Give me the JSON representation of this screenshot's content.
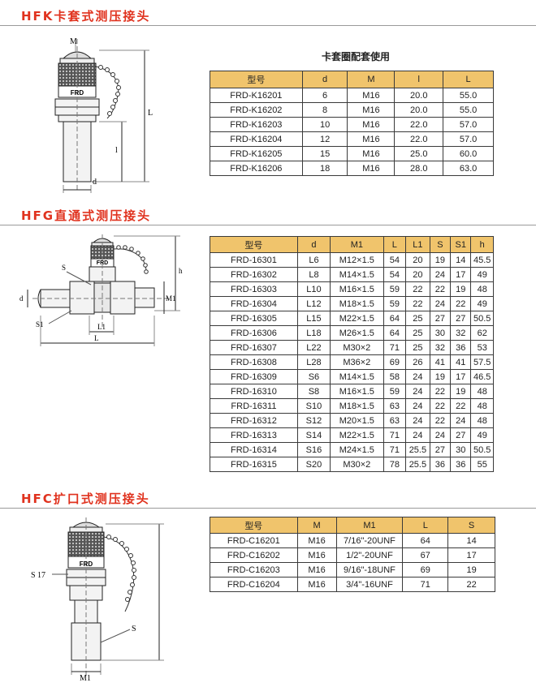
{
  "colors": {
    "title": "#e0321e",
    "header_fill": "#f0c46c",
    "grid": "#3a3a3a"
  },
  "sections": [
    {
      "title": "HFK卡套式测压接头",
      "caption": "卡套圈配套使用",
      "drawing_labels": {
        "m": "M",
        "brand": "FRD",
        "l_big": "L",
        "l_small": "l",
        "d": "d"
      },
      "columns": [
        "型号",
        "d",
        "M",
        "l",
        "L"
      ],
      "rows": [
        [
          "FRD-K16201",
          "6",
          "M16",
          "20.0",
          "55.0"
        ],
        [
          "FRD-K16202",
          "8",
          "M16",
          "20.0",
          "55.0"
        ],
        [
          "FRD-K16203",
          "10",
          "M16",
          "22.0",
          "57.0"
        ],
        [
          "FRD-K16204",
          "12",
          "M16",
          "22.0",
          "57.0"
        ],
        [
          "FRD-K16205",
          "15",
          "M16",
          "25.0",
          "60.0"
        ],
        [
          "FRD-K16206",
          "18",
          "M16",
          "28.0",
          "63.0"
        ]
      ]
    },
    {
      "title": "HFG直通式测压接头",
      "drawing_labels": {
        "brand": "FRD",
        "s": "S",
        "s1": "S1",
        "d": "d",
        "h": "h",
        "m1": "M1",
        "l1": "L1",
        "l": "L"
      },
      "columns": [
        "型号",
        "d",
        "M1",
        "L",
        "L1",
        "S",
        "S1",
        "h"
      ],
      "rows": [
        [
          "FRD-16301",
          "L6",
          "M12×1.5",
          "54",
          "20",
          "19",
          "14",
          "45.5"
        ],
        [
          "FRD-16302",
          "L8",
          "M14×1.5",
          "54",
          "20",
          "24",
          "17",
          "49"
        ],
        [
          "FRD-16303",
          "L10",
          "M16×1.5",
          "59",
          "22",
          "22",
          "19",
          "48"
        ],
        [
          "FRD-16304",
          "L12",
          "M18×1.5",
          "59",
          "22",
          "24",
          "22",
          "49"
        ],
        [
          "FRD-16305",
          "L15",
          "M22×1.5",
          "64",
          "25",
          "27",
          "27",
          "50.5"
        ],
        [
          "FRD-16306",
          "L18",
          "M26×1.5",
          "64",
          "25",
          "30",
          "32",
          "62"
        ],
        [
          "FRD-16307",
          "L22",
          "M30×2",
          "71",
          "25",
          "32",
          "36",
          "53"
        ],
        [
          "FRD-16308",
          "L28",
          "M36×2",
          "69",
          "26",
          "41",
          "41",
          "57.5"
        ],
        [
          "FRD-16309",
          "S6",
          "M14×1.5",
          "58",
          "24",
          "19",
          "17",
          "46.5"
        ],
        [
          "FRD-16310",
          "S8",
          "M16×1.5",
          "59",
          "24",
          "22",
          "19",
          "48"
        ],
        [
          "FRD-16311",
          "S10",
          "M18×1.5",
          "63",
          "24",
          "22",
          "22",
          "48"
        ],
        [
          "FRD-16312",
          "S12",
          "M20×1.5",
          "63",
          "24",
          "22",
          "24",
          "48"
        ],
        [
          "FRD-16313",
          "S14",
          "M22×1.5",
          "71",
          "24",
          "24",
          "27",
          "49"
        ],
        [
          "FRD-16314",
          "S16",
          "M24×1.5",
          "71",
          "25.5",
          "27",
          "30",
          "50.5"
        ],
        [
          "FRD-16315",
          "S20",
          "M30×2",
          "78",
          "25.5",
          "36",
          "36",
          "55"
        ]
      ]
    },
    {
      "title": "HFC扩口式测压接头",
      "drawing_labels": {
        "brand": "FRD",
        "s17": "S 17",
        "s": "S",
        "m1": "M1"
      },
      "columns": [
        "型号",
        "M",
        "M1",
        "L",
        "S"
      ],
      "rows": [
        [
          "FRD-C16201",
          "M16",
          "7/16\"-20UNF",
          "64",
          "14"
        ],
        [
          "FRD-C16202",
          "M16",
          "1/2\"-20UNF",
          "67",
          "17"
        ],
        [
          "FRD-C16203",
          "M16",
          "9/16\"-18UNF",
          "69",
          "19"
        ],
        [
          "FRD-C16204",
          "M16",
          "3/4\"-16UNF",
          "71",
          "22"
        ]
      ]
    }
  ]
}
